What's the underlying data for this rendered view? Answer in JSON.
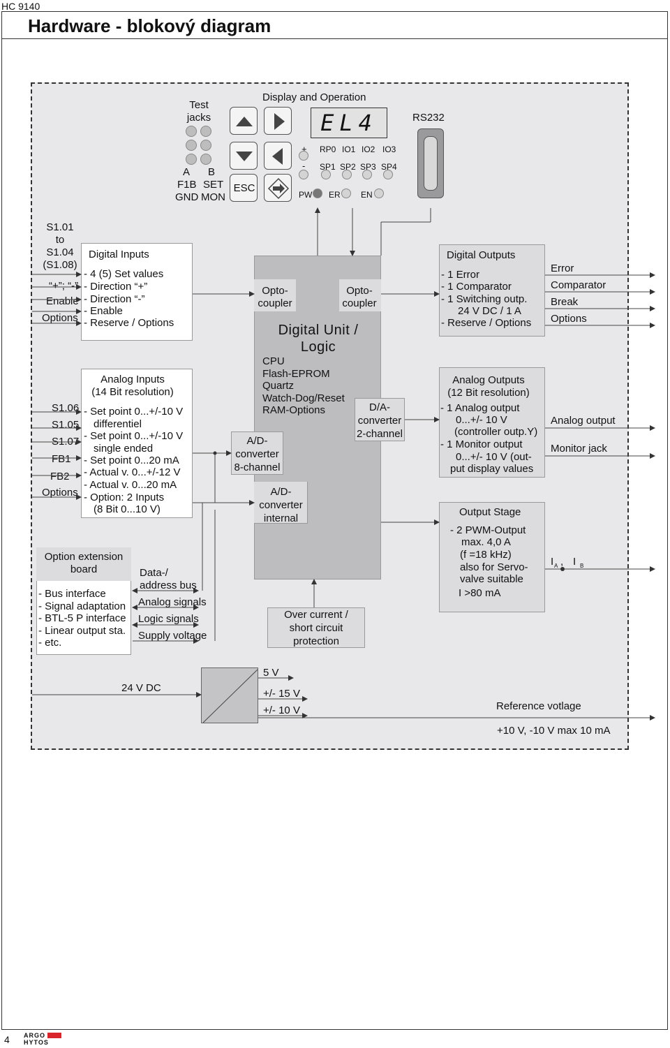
{
  "page": {
    "doc_code": "HC 9140",
    "title": "Hardware - blokový diagram",
    "page_number": "4",
    "logo_text": [
      "ARGO",
      "HYTOS"
    ]
  },
  "panel": {
    "test_jacks": [
      "Test",
      "jacks"
    ],
    "display_title": "Display and  Operation",
    "display_value": "EL4",
    "rs232": "RS232",
    "jack_labels": [
      [
        "A",
        "B"
      ],
      [
        "F1B",
        "SET"
      ],
      [
        "GND",
        "MON"
      ]
    ],
    "esc_label": "ESC",
    "plus": "+",
    "minus": "-",
    "rp_row": [
      "RP0",
      "IO1",
      "IO2",
      "IO3"
    ],
    "sp_row": [
      "SP1",
      "SP2",
      "SP3",
      "SP4"
    ],
    "leds": [
      "PW",
      "ER",
      "EN"
    ]
  },
  "digital_inputs": {
    "side": [
      "S1.01",
      "to",
      "S1.04",
      "(S1.08)",
      "“+”; “-”",
      "Enable",
      "Options"
    ],
    "title": "Digital Inputs",
    "items": [
      "- 4 (5) Set values",
      "- Direction “+”",
      "- Direction “-”",
      "- Enable",
      "- Reserve / Options"
    ]
  },
  "analog_inputs": {
    "side": [
      "S1.06",
      "S1.05",
      "S1.07",
      "FB1",
      "FB2",
      "Options"
    ],
    "title": [
      "Analog Inputs",
      "(14 Bit resolution)"
    ],
    "items": [
      "- Set point 0...+/-10 V",
      "differentiel",
      "- Set point 0...+/-10 V",
      "single ended",
      "- Set point 0...20 mA",
      "- Actual v. 0...+/-12 V",
      "- Actual v.  0...20 mA",
      "- Option: 2 Inputs",
      "(8 Bit 0...10 V)"
    ]
  },
  "option_board": {
    "title": [
      "Option extension",
      "board"
    ],
    "items": [
      "- Bus interface",
      "- Signal adaptation",
      "- BTL-5 P interface",
      "- Linear output sta.",
      "- etc."
    ],
    "signals": [
      "Data-/",
      "address bus",
      "Analog signals",
      "Logic signals",
      "Supply voltage"
    ]
  },
  "core": {
    "opto_left": [
      "Opto-",
      "coupler"
    ],
    "opto_right": [
      "Opto-",
      "coupler"
    ],
    "unit_title": [
      "Digital Unit /",
      "Logic"
    ],
    "unit_items": [
      "CPU",
      "Flash-EPROM",
      "Quartz",
      "Watch-Dog/Reset",
      "RAM-Options"
    ],
    "adc8": [
      "A/D-",
      "converter",
      "8-channel"
    ],
    "dac2": [
      "D/A-",
      "converter",
      "2-channel"
    ],
    "adc_int": [
      "A/D-",
      "converter",
      "internal"
    ],
    "overcurrent": [
      "Over current /",
      "short circuit",
      "protection"
    ]
  },
  "digital_outputs": {
    "title": "Digital Outputs",
    "items": [
      "- 1 Error",
      "- 1 Comparator",
      "- 1 Switching outp.",
      "24 V DC / 1 A",
      "- Reserve / Options"
    ],
    "signals": [
      "Error",
      "Comparator",
      "Break",
      "Options"
    ]
  },
  "analog_outputs": {
    "title": [
      "Analog Outputs",
      "(12 Bit resolution)"
    ],
    "items": [
      "- 1 Analog output",
      "0...+/- 10 V",
      "(controller outp.Y)",
      "- 1 Monitor output",
      "0...+/- 10 V (out-",
      "put display values"
    ],
    "signals": [
      "Analog output",
      "Monitor jack"
    ]
  },
  "output_stage": {
    "title": "Output Stage",
    "items": [
      "- 2 PWM-Output",
      "max. 4,0 A",
      "(f =18 kHz)",
      "also for Servo-",
      "valve suitable",
      "I >80 mA"
    ],
    "current_labels": [
      "I",
      "A",
      ",",
      "I",
      "B"
    ]
  },
  "power": {
    "input": "24 V DC",
    "outputs": [
      "5 V",
      "+/- 15 V",
      "+/- 10 V"
    ],
    "ref_title": "Reference votlage",
    "ref_value": "+10 V, -10 V max 10 mA"
  },
  "colors": {
    "frame": "#e8e8ea",
    "unit": "#c9c9cb",
    "box": "#dcdcde",
    "line": "#444444"
  }
}
